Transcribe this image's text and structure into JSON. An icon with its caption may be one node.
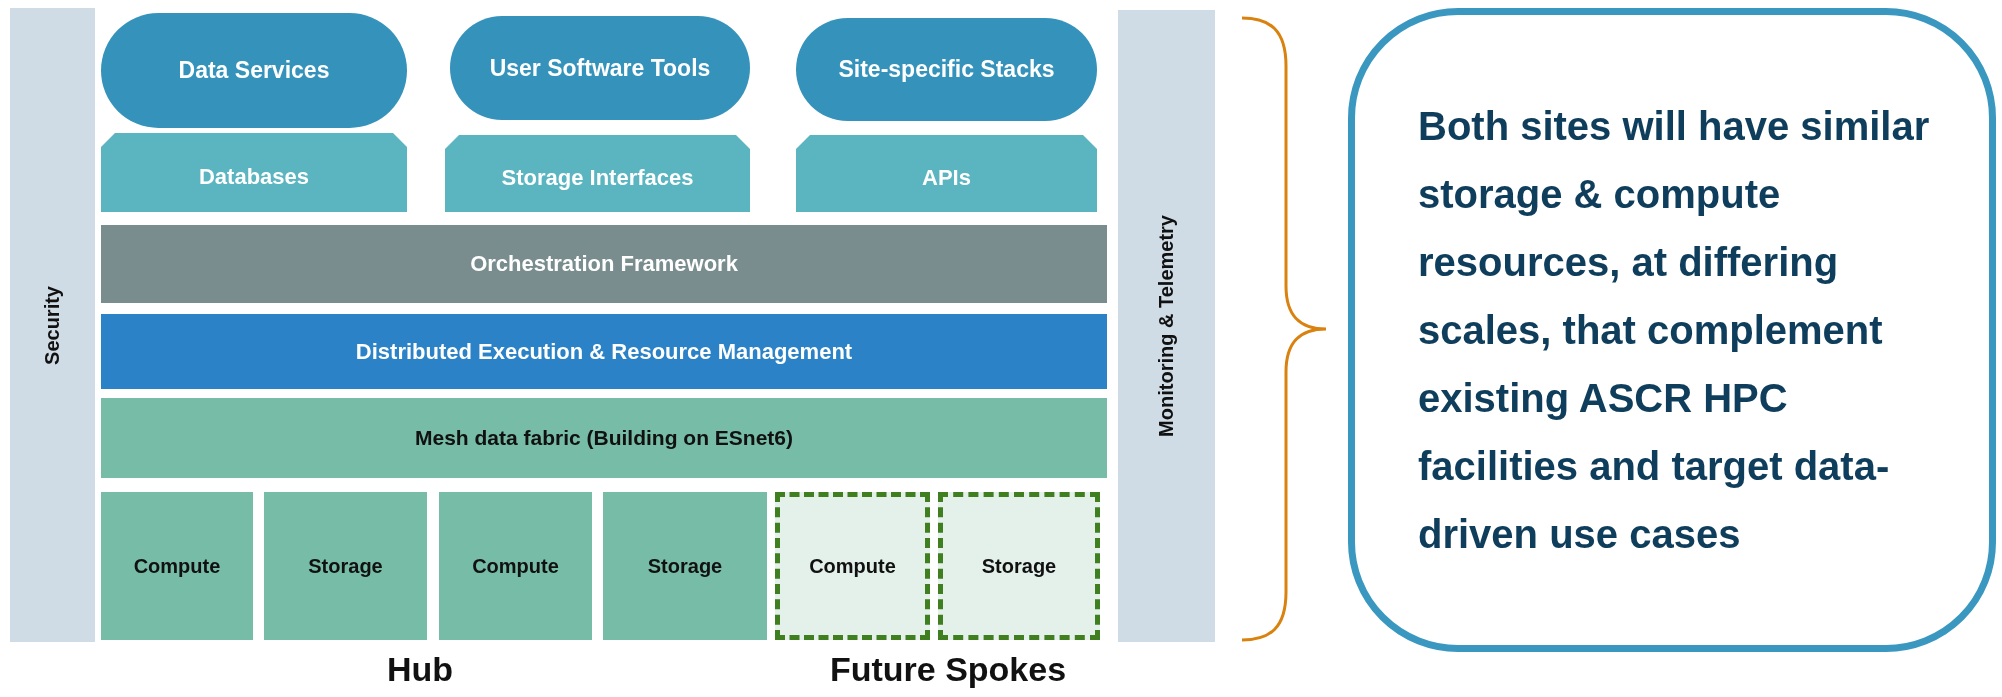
{
  "diagram": {
    "nodes": [
      {
        "text": [
          "Security"
        ]
      },
      {
        "text": [
          "Data Services"
        ]
      },
      {
        "text": [
          "User Software Tools"
        ]
      },
      {
        "text": [
          "Site-specific Stacks"
        ]
      },
      {
        "text": [
          "Databases"
        ]
      },
      {
        "text": [
          "Storage Interfaces"
        ]
      },
      {
        "text": [
          "APIs"
        ]
      },
      {
        "text": [
          "Orchestration Framework"
        ]
      },
      {
        "text": [
          "Distributed Execution & Resource Management"
        ]
      },
      {
        "text": [
          "Mesh data fabric (Building on ESnet6)"
        ]
      },
      {
        "text": [
          "Compute"
        ]
      },
      {
        "text": [
          "Storage"
        ]
      },
      {
        "text": [
          "Compute"
        ]
      },
      {
        "text": [
          "Storage"
        ]
      },
      {
        "text": [
          "Compute"
        ]
      },
      {
        "text": [
          "Storage"
        ]
      },
      {
        "text": [
          "Monitoring & Telemetry"
        ]
      },
      {
        "text": [
          "Both sites will have similar storage & compute resources, at differing scales, that complement existing ASCR HPC facilities and target data-driven use cases"
        ]
      }
    ],
    "labels": [
      "Hub",
      "Future Spokes"
    ]
  }
}
